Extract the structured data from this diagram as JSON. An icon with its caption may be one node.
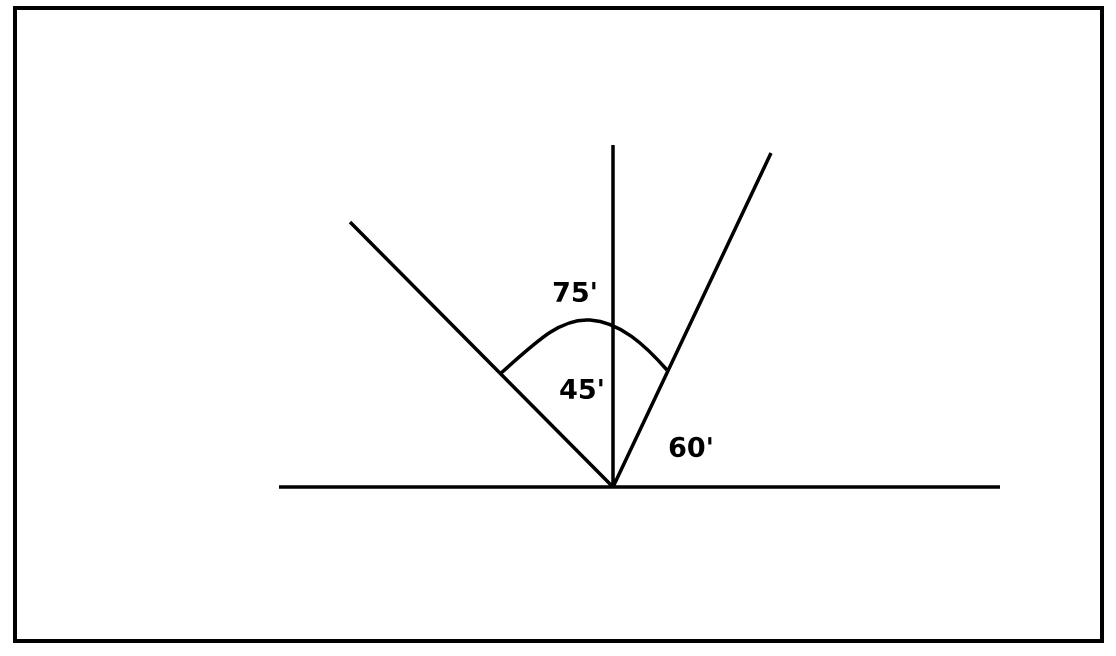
{
  "diagram": {
    "labels": [
      "75'",
      "45'",
      "60'"
    ]
  }
}
